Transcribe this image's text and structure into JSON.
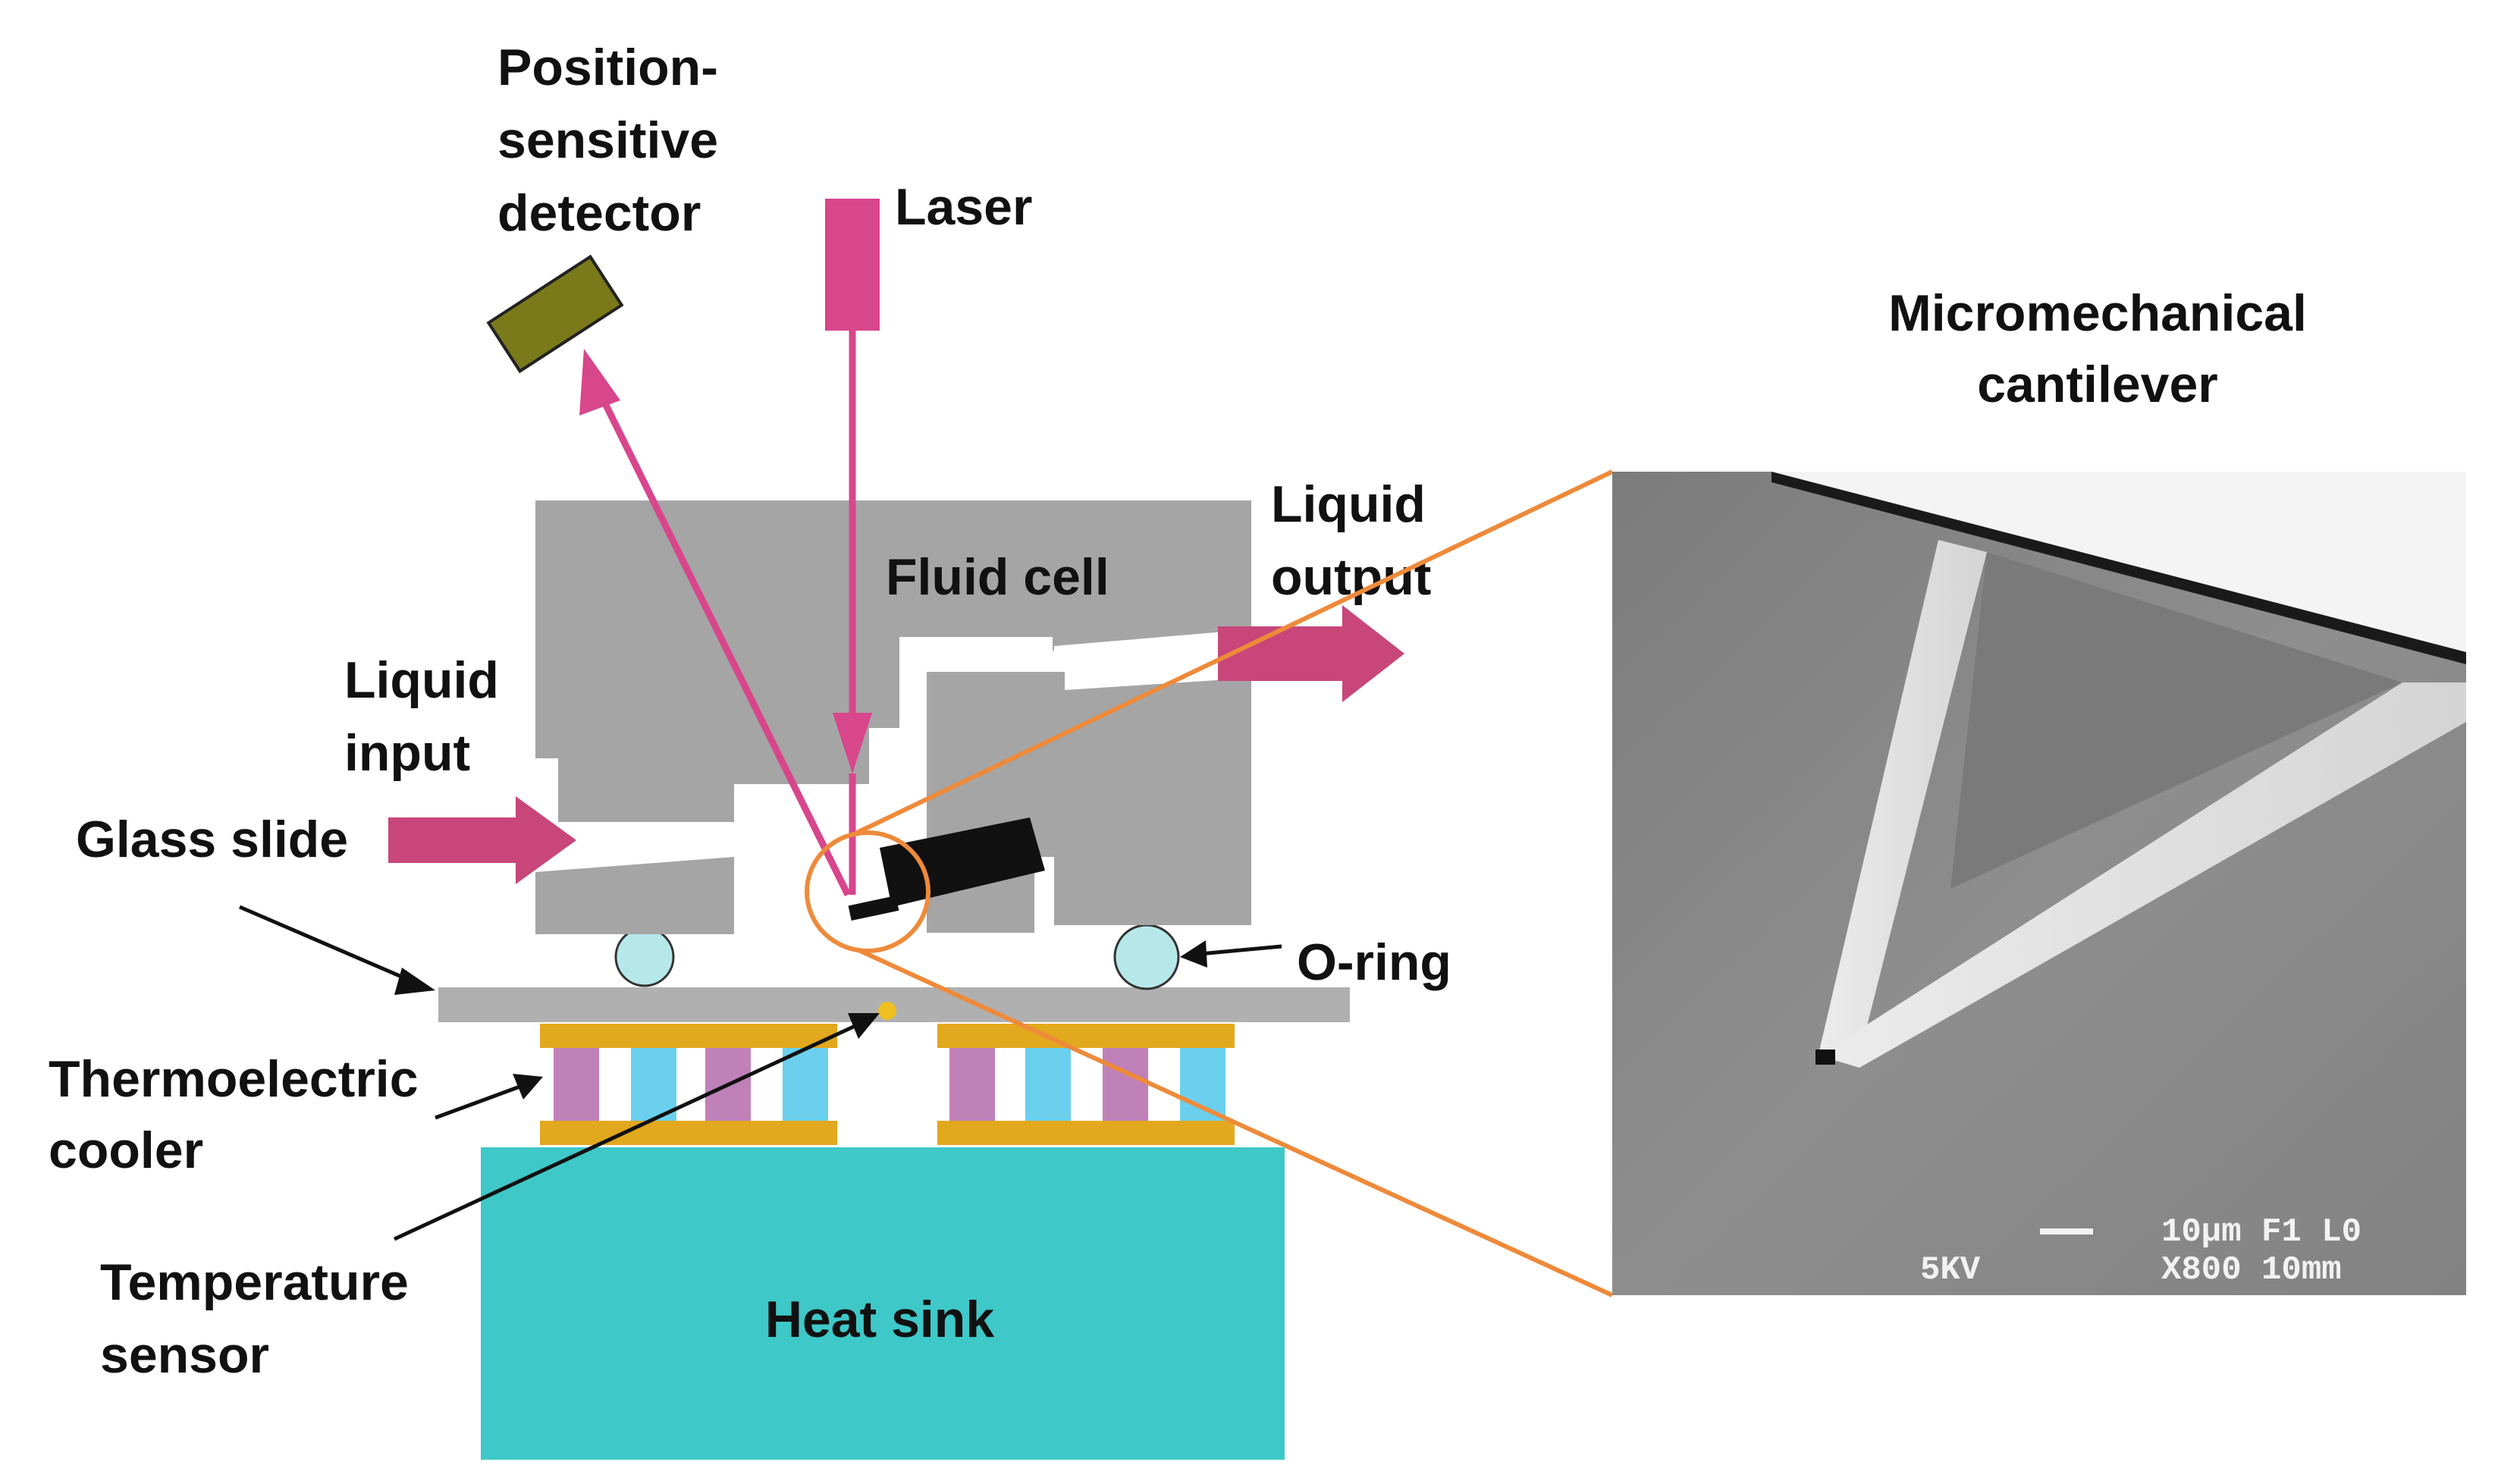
{
  "labels": {
    "psd_line1": "Position-",
    "psd_line2": "sensitive",
    "psd_line3": "detector",
    "laser": "Laser",
    "cantilever_line1": "Micromechanical",
    "cantilever_line2": "cantilever",
    "liquid_output_line1": "Liquid",
    "liquid_output_line2": "output",
    "fluid_cell": "Fluid cell",
    "liquid_input_line1": "Liquid",
    "liquid_input_line2": "input",
    "glass_slide": "Glass slide",
    "o_ring": "O-ring",
    "tec_line1": "Thermoelectric",
    "tec_line2": "cooler",
    "temp_sensor_line1": "Temperature",
    "temp_sensor_line2": "sensor",
    "heat_sink": "Heat sink"
  },
  "sem_scale": {
    "line1": "10µm F1 L0",
    "line2_left": "5KV",
    "line2_right": "X800 10mm"
  },
  "colors": {
    "laser_beam": "#d8468c",
    "flow_arrow": "#c8467a",
    "fluid_cell": "#a5a5a5",
    "glass_slide": "#b0b0b0",
    "detector": "#7a7a1a",
    "heat_sink": "#3fc8c8",
    "tec_plate": "#e2a81e",
    "tec_pink": "#c080b8",
    "tec_blue": "#6ad0ee",
    "o_ring": "#b6e8ea",
    "zoom_lines": "#ee8a3a",
    "sensor_dot": "#f0c020"
  }
}
